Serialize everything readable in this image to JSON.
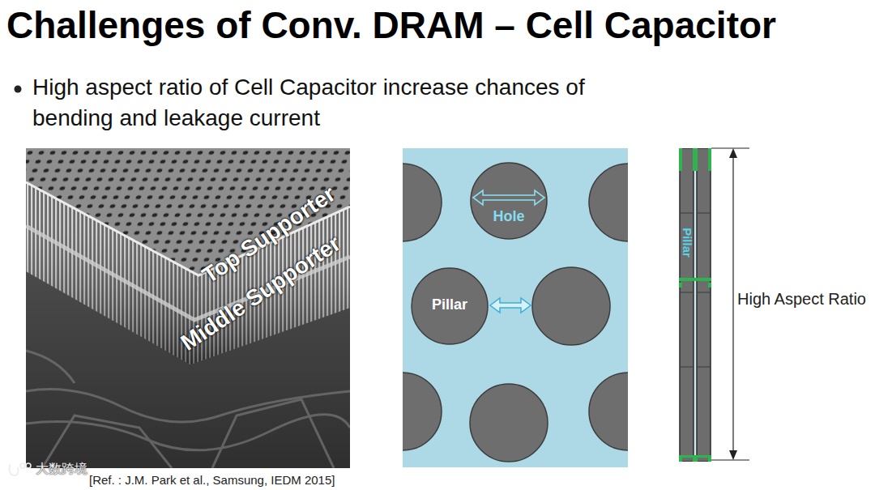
{
  "diagram": {
    "title": "Challenges of Conv. DRAM – Cell Capacitor",
    "nodes": [
      {
        "text": [
          "Hole"
        ]
      },
      {
        "text": [
          "Pillar"
        ]
      },
      {
        "text": [
          "Pillar"
        ]
      }
    ],
    "labels": [
      "High aspect ratio of Cell Capacitor increase chances of bending and leakage current",
      "Top Supporter",
      "Middle Supporter",
      "[Ref. : J.M. Park et al., Samsung, IEDM 2015]",
      "大数跨境",
      "High Aspect Ratio"
    ]
  }
}
